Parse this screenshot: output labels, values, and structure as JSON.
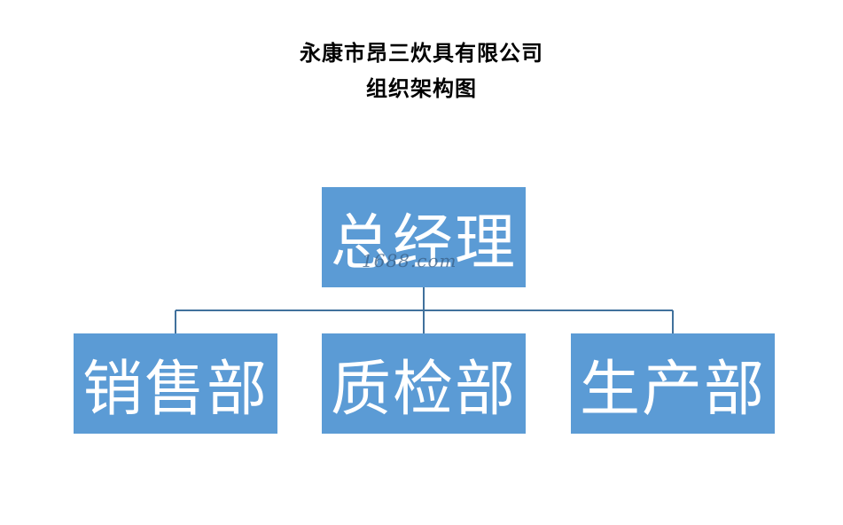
{
  "header": {
    "title_line1": "永康市昂三炊具有限公司",
    "title_line2": "组织架构图"
  },
  "org_chart": {
    "root": {
      "label": "总经理"
    },
    "children": [
      {
        "label": "销售部"
      },
      {
        "label": "质检部"
      },
      {
        "label": "生产部"
      }
    ]
  },
  "watermark": {
    "text": "1688.com"
  },
  "colors": {
    "box_fill": "#5b9bd5",
    "box_text": "#ffffff",
    "connector": "#41719c"
  }
}
